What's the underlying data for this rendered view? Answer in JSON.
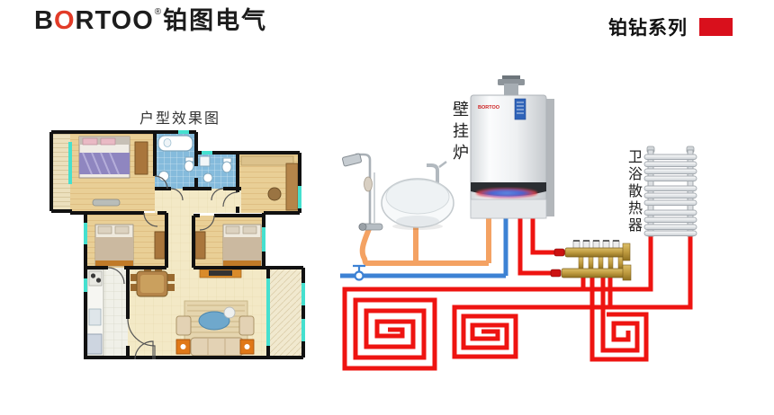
{
  "header": {
    "logo": {
      "b": "B",
      "o": "O",
      "rest": "RTOO",
      "reg": "®",
      "cn": "铂图电气"
    },
    "series_label": "铂钻系列"
  },
  "floorplan": {
    "title": "户型效果图"
  },
  "system": {
    "boiler_label": "壁挂炉",
    "radiator_label": "卫浴散热器",
    "boiler_brand": "BORTOO"
  },
  "colors": {
    "accent_red": "#d9101c",
    "pipe_red": "#ee1411",
    "pipe_orange": "#f4a263",
    "pipe_blue": "#3d82d4",
    "brass": "#bf9b3f",
    "window_teal": "#45e0cf",
    "bath_tile": "#85bbdc",
    "logo_red": "#e23b28"
  }
}
